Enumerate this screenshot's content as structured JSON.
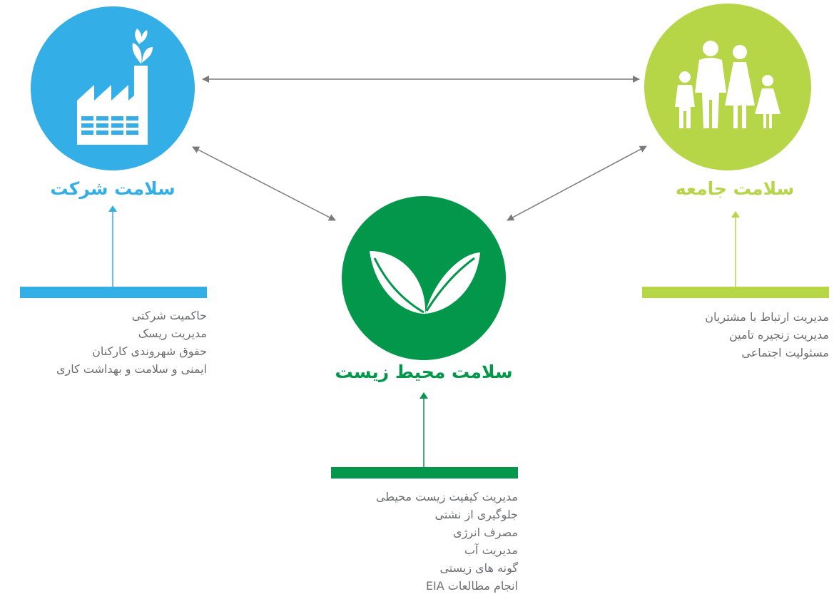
{
  "colors": {
    "company": "#33aee6",
    "environment": "#03974b",
    "community": "#b6d547",
    "connector": "#7a7a7a",
    "body_text": "#6d6e71"
  },
  "nodes": {
    "company": {
      "icon": "factory-icon",
      "title": "سلامت شرکت",
      "items": [
        "حاکمیت شرکتی",
        "مدیریت ریسک",
        "حقوق شهروندی کارکنان",
        "ایمنی و سلامت و بهداشت کاری"
      ]
    },
    "environment": {
      "icon": "leaves-icon",
      "title": "سلامت محیط زیست",
      "items": [
        "مدیریت کیفیت زیست محیطی",
        "جلوگیری از نشتی",
        "مصرف انرژی",
        "مدیریت آب",
        "گونه های زیستی",
        "انجام مطالعات EIA"
      ]
    },
    "community": {
      "icon": "family-icon",
      "title": "سلامت جامعه",
      "items": [
        "مدیریت ارتباط با مشتریان",
        "مدیریت زنجیره تامین",
        "مسئولیت اجتماعی"
      ]
    }
  }
}
